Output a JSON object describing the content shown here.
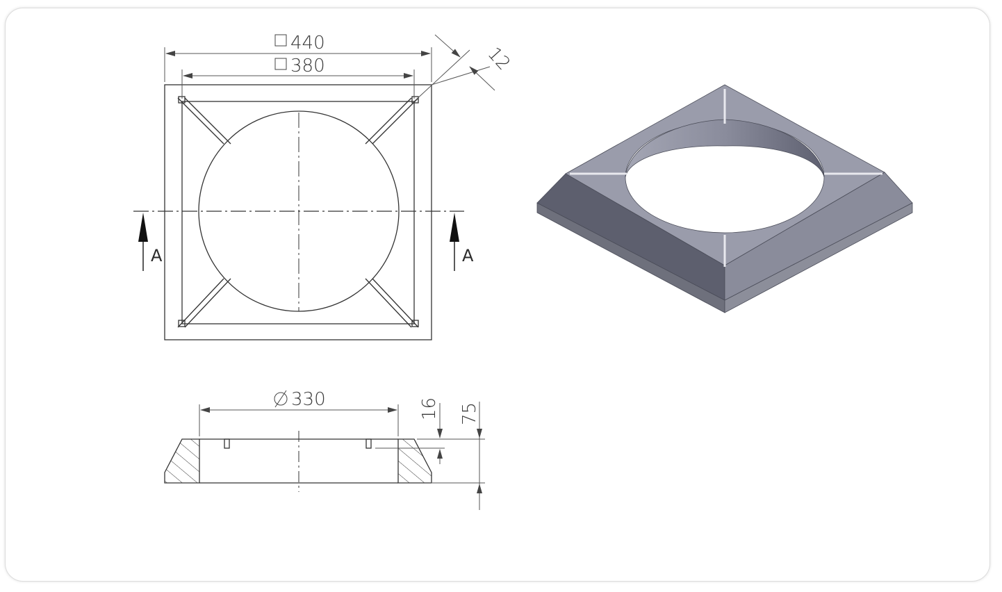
{
  "top_view": {
    "outer_dim": "440",
    "inner_dim": "380",
    "chamfer_dim": "12",
    "section_left": "A",
    "section_right": "A"
  },
  "section_view": {
    "bore_dim": "330",
    "groove_depth": "16",
    "height": "75"
  }
}
